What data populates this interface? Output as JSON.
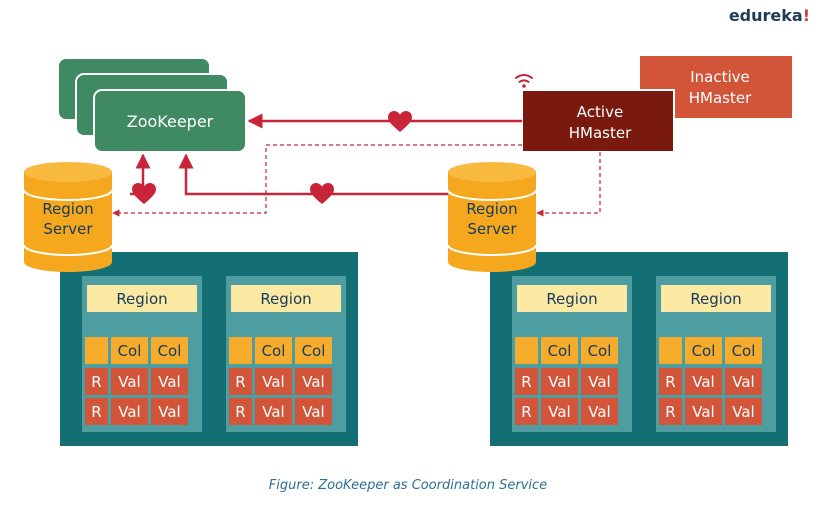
{
  "brand": {
    "name": "edureka",
    "mark": "!"
  },
  "zookeeper": {
    "label": "ZooKeeper"
  },
  "active_hmaster": {
    "line1": "Active",
    "line2": "HMaster"
  },
  "inactive_hmaster": {
    "line1": "Inactive",
    "line2": "HMaster"
  },
  "region_server": {
    "line1": "Region",
    "line2": "Server"
  },
  "region": {
    "label": "Region"
  },
  "cells": {
    "col": "Col",
    "row_key": "R",
    "val": "Val"
  },
  "caption": "Figure: ZooKeeper as Coordination Service",
  "icons": {
    "heartbeat": "heart-icon",
    "signal": "wifi-icon",
    "database": "cylinder-icon"
  },
  "colors": {
    "zookeeper_fill": "#3f8a63",
    "active_hmaster": "#7a1a0e",
    "inactive_hmaster": "#d2553a",
    "arrow": "#c8243a",
    "cylinder": "#f5a81e",
    "server_box": "#136f73",
    "region_panel": "#4d9da1",
    "region_header": "#fbe8a3",
    "col_cell": "#f5ac2d",
    "val_cell": "#d2553a"
  }
}
